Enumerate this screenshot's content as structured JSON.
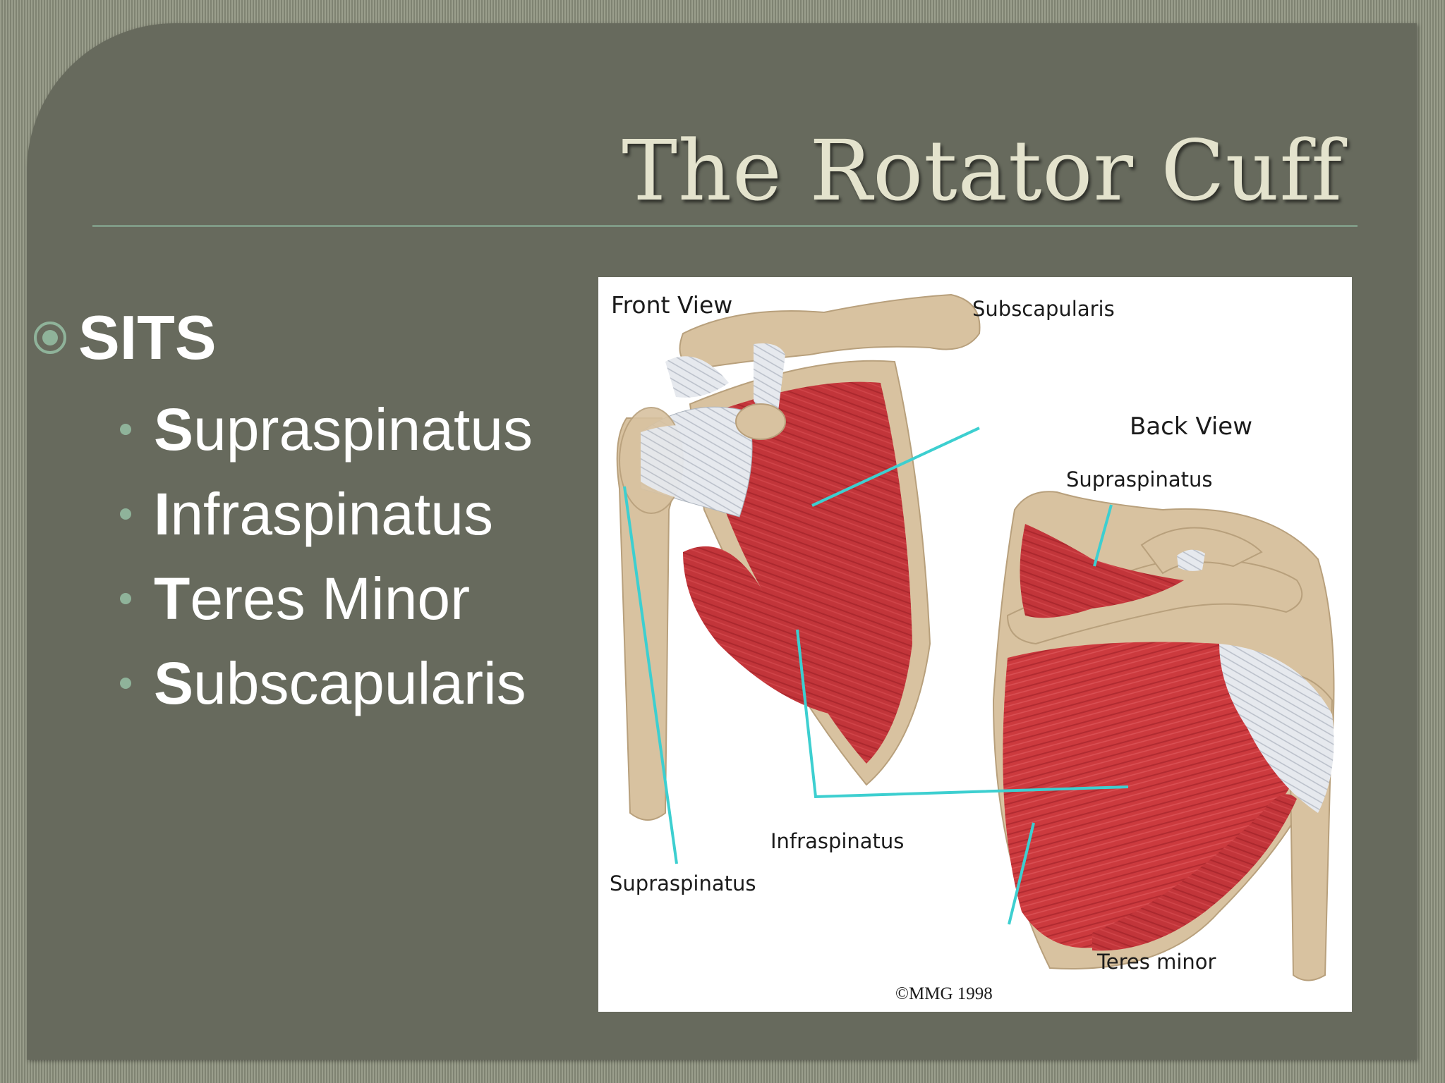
{
  "slide": {
    "title": "The Rotator Cuff",
    "heading": "SITS",
    "items": [
      {
        "initial": "S",
        "rest": "upraspinatus"
      },
      {
        "initial": "I",
        "rest": "nfraspinatus"
      },
      {
        "initial": "T",
        "rest": "eres Minor"
      },
      {
        "initial": "S",
        "rest": "ubscapularis"
      }
    ],
    "colors": {
      "background": "#676a5d",
      "title": "#e4e3cd",
      "bullet": "#8fb39a",
      "rule": "#7f9a86",
      "leader_line": "#3dcfd0",
      "muscle": "#c2353a",
      "bone": "#d8c2a0",
      "tendon": "#dfe3e8"
    }
  },
  "diagram": {
    "front_view_label": "Front View",
    "back_view_label": "Back View",
    "labels": {
      "subscapularis": "Subscapularis",
      "supraspinatus_back": "Supraspinatus",
      "infraspinatus": "Infraspinatus",
      "supraspinatus_front": "Supraspinatus",
      "teres_minor": "Teres minor"
    },
    "copyright": "©MMG 1998"
  }
}
